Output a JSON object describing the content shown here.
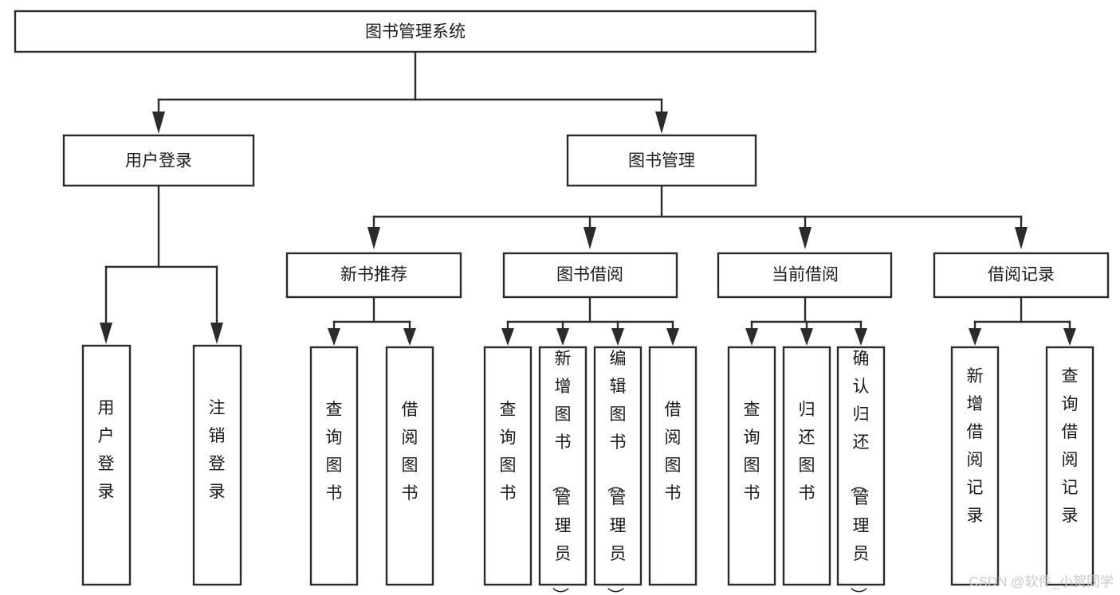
{
  "diagram": {
    "title": "图书管理系统",
    "type": "tree-hierarchy",
    "orientation": "top-down",
    "root": {
      "id": "root",
      "label": "图书管理系统"
    },
    "level1": [
      {
        "id": "user-login",
        "label": "用户登录"
      },
      {
        "id": "book-manage",
        "label": "图书管理"
      }
    ],
    "level2": [
      {
        "id": "new-book-rec",
        "label": "新书推荐",
        "parent": "book-manage"
      },
      {
        "id": "book-borrow",
        "label": "图书借阅",
        "parent": "book-manage"
      },
      {
        "id": "current-borrow",
        "label": "当前借阅",
        "parent": "book-manage"
      },
      {
        "id": "borrow-record",
        "label": "借阅记录",
        "parent": "book-manage"
      }
    ],
    "leaves": {
      "user-login": [
        {
          "id": "leaf-user-login",
          "label": "用户登录"
        },
        {
          "id": "leaf-logout",
          "label": "注销登录"
        }
      ],
      "new-book-rec": [
        {
          "id": "leaf-query-book-1",
          "label": "查询图书"
        },
        {
          "id": "leaf-borrow-book-1",
          "label": "借阅图书"
        }
      ],
      "book-borrow": [
        {
          "id": "leaf-query-book-2",
          "label": "查询图书"
        },
        {
          "id": "leaf-add-book",
          "label": "新增图书（管理员）"
        },
        {
          "id": "leaf-edit-book",
          "label": "编辑图书（管理员）"
        },
        {
          "id": "leaf-borrow-book-2",
          "label": "借阅图书"
        }
      ],
      "current-borrow": [
        {
          "id": "leaf-query-book-3",
          "label": "查询图书"
        },
        {
          "id": "leaf-return-book",
          "label": "归还图书"
        },
        {
          "id": "leaf-confirm-return",
          "label": "确认归还（管理员）"
        }
      ],
      "borrow-record": [
        {
          "id": "leaf-add-record",
          "label": "新增借阅记录"
        },
        {
          "id": "leaf-query-record",
          "label": "查询借阅记录"
        }
      ]
    }
  },
  "watermark": {
    "text": "CSDN @软件_小贺同学"
  },
  "colors": {
    "stroke": "#2b2b2b",
    "fill": "#ffffff",
    "text": "#1a1a1a",
    "watermark": "#c9c9c9"
  }
}
